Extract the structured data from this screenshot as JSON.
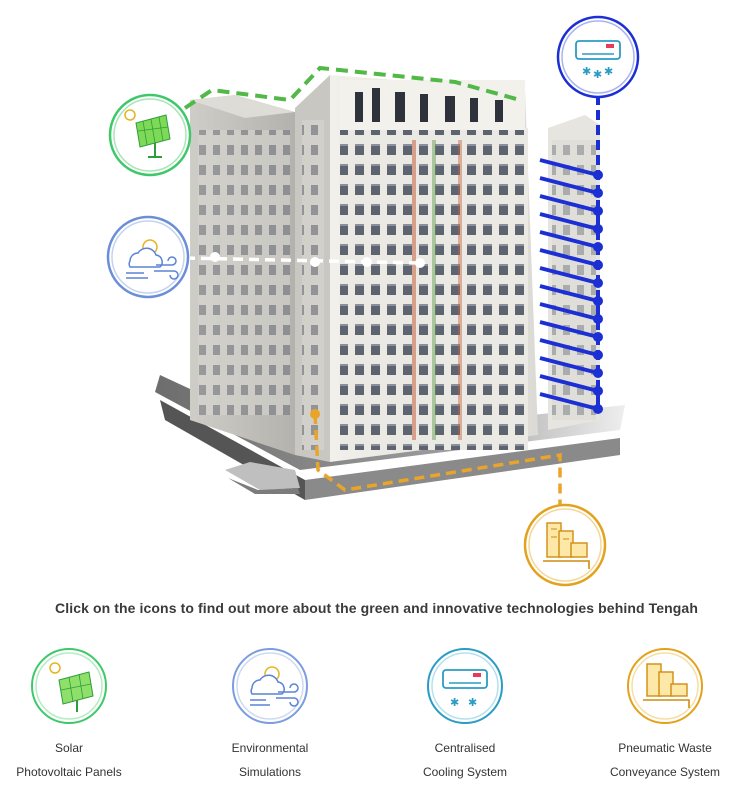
{
  "caption": "Click on the icons to find out more about the green and innovative technologies behind Tengah",
  "colors": {
    "solar": "#3fc86a",
    "environmental": "#5b83d6",
    "cooling": "#1c2fd4",
    "waste": "#e3a21d",
    "building": "#e9e7e2"
  },
  "technologies": [
    {
      "line1": "Solar",
      "line2": "Photovoltaic Panels",
      "icon": "solar-panel-icon",
      "color": "#3fc86a"
    },
    {
      "line1": "Environmental",
      "line2": "Simulations",
      "icon": "cloud-wind-icon",
      "color": "#6a8fd8"
    },
    {
      "line1": "Centralised",
      "line2": "Cooling System",
      "icon": "air-conditioner-icon",
      "color": "#2a9cc4"
    },
    {
      "line1": "Pneumatic Waste",
      "line2": "Conveyance System",
      "icon": "buildings-pipe-icon",
      "color": "#e3a21d"
    }
  ]
}
